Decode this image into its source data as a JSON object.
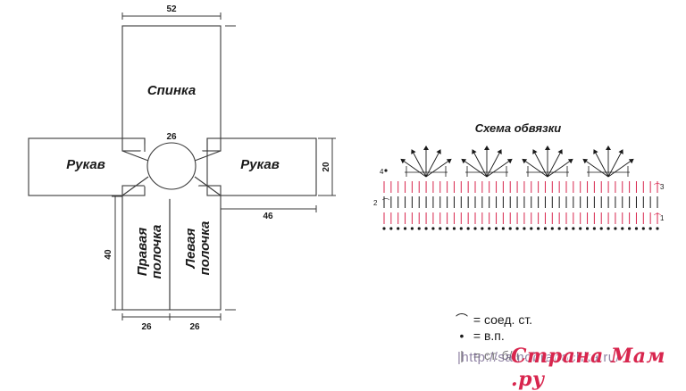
{
  "pattern": {
    "back_label": "Спинка",
    "sleeve_left_label": "Рукав",
    "sleeve_right_label": "Рукав",
    "front_right_label_line1": "Правая",
    "front_right_label_line2": "полочка",
    "front_left_label_line1": "Левая",
    "front_left_label_line2": "полочка",
    "dim_back_width": "52",
    "dim_neck": "26",
    "dim_sleeve_height": "20",
    "dim_sleeve_length": "46",
    "dim_front_length": "40",
    "dim_front_right_width": "26",
    "dim_front_left_width": "26"
  },
  "chart": {
    "title": "Схема обвязки",
    "row_numbers": [
      "1",
      "2",
      "3",
      "4"
    ]
  },
  "legend": {
    "items": [
      {
        "symbol": "⌒",
        "text": "= соед. ст."
      },
      {
        "symbol": "•",
        "text": "= в.п."
      },
      {
        "symbol": "|",
        "text": "= ст. б/н"
      }
    ]
  },
  "watermark": {
    "text": "Страна Мам .ру",
    "url": "|http://samobranochka.ru/"
  },
  "colors": {
    "line": "#3a3a3a",
    "chart_red": "#d8264e",
    "watermark": "#d8264e"
  }
}
